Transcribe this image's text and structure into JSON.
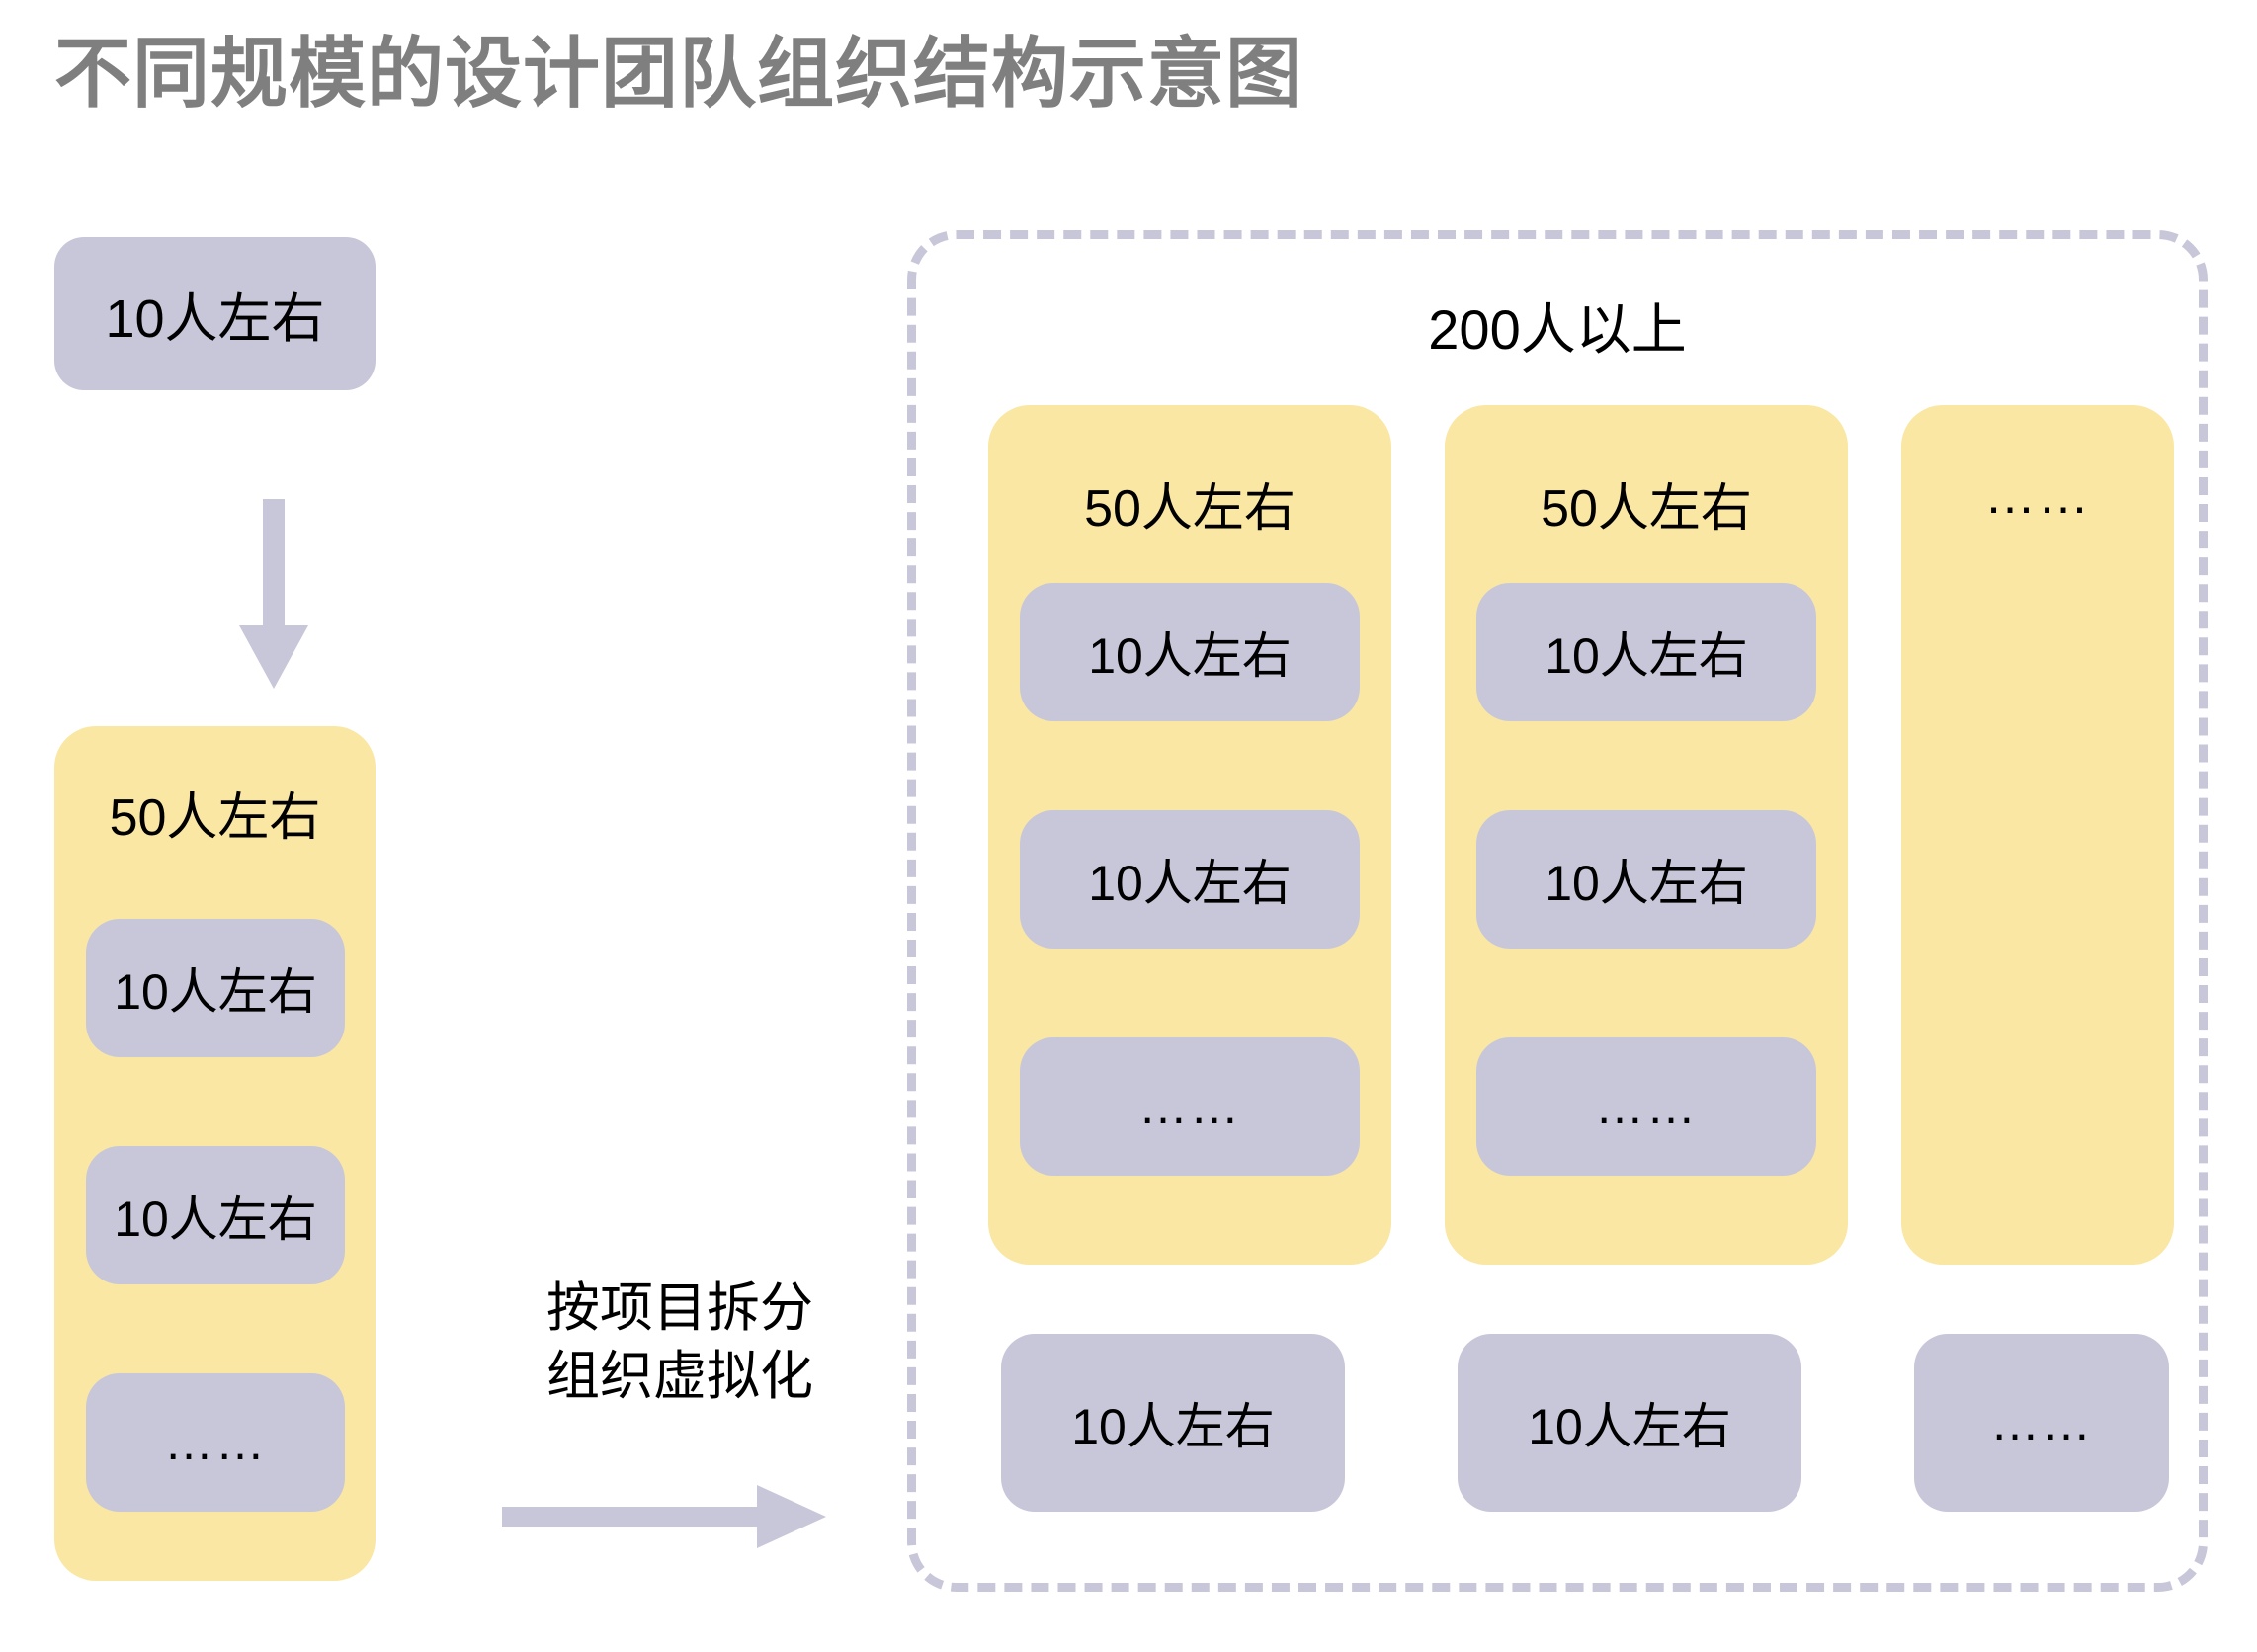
{
  "title": "不同规模的设计团队组织结构示意图",
  "colors": {
    "title_gray": "#7f7f7f",
    "purple": "#c8c7d9",
    "yellow": "#fae7a4",
    "text_black": "#000000",
    "background": "#ffffff"
  },
  "left_column": {
    "small_team_box": "10人左右",
    "arrow_down": "down-arrow",
    "medium_team": {
      "label": "50人左右",
      "sub_teams": [
        "10人左右",
        "10人左右",
        "……"
      ]
    }
  },
  "transition": {
    "line1": "按项目拆分",
    "line2": "组织虚拟化",
    "arrow_right": "right-arrow"
  },
  "right_container": {
    "title": "200人以上",
    "groups": [
      {
        "label": "50人左右",
        "sub_teams": [
          "10人左右",
          "10人左右",
          "……"
        ]
      },
      {
        "label": "50人左右",
        "sub_teams": [
          "10人左右",
          "10人左右",
          "……"
        ]
      },
      {
        "label": "……",
        "sub_teams": []
      }
    ],
    "virtual_row": [
      "10人左右",
      "10人左右",
      "……"
    ]
  }
}
